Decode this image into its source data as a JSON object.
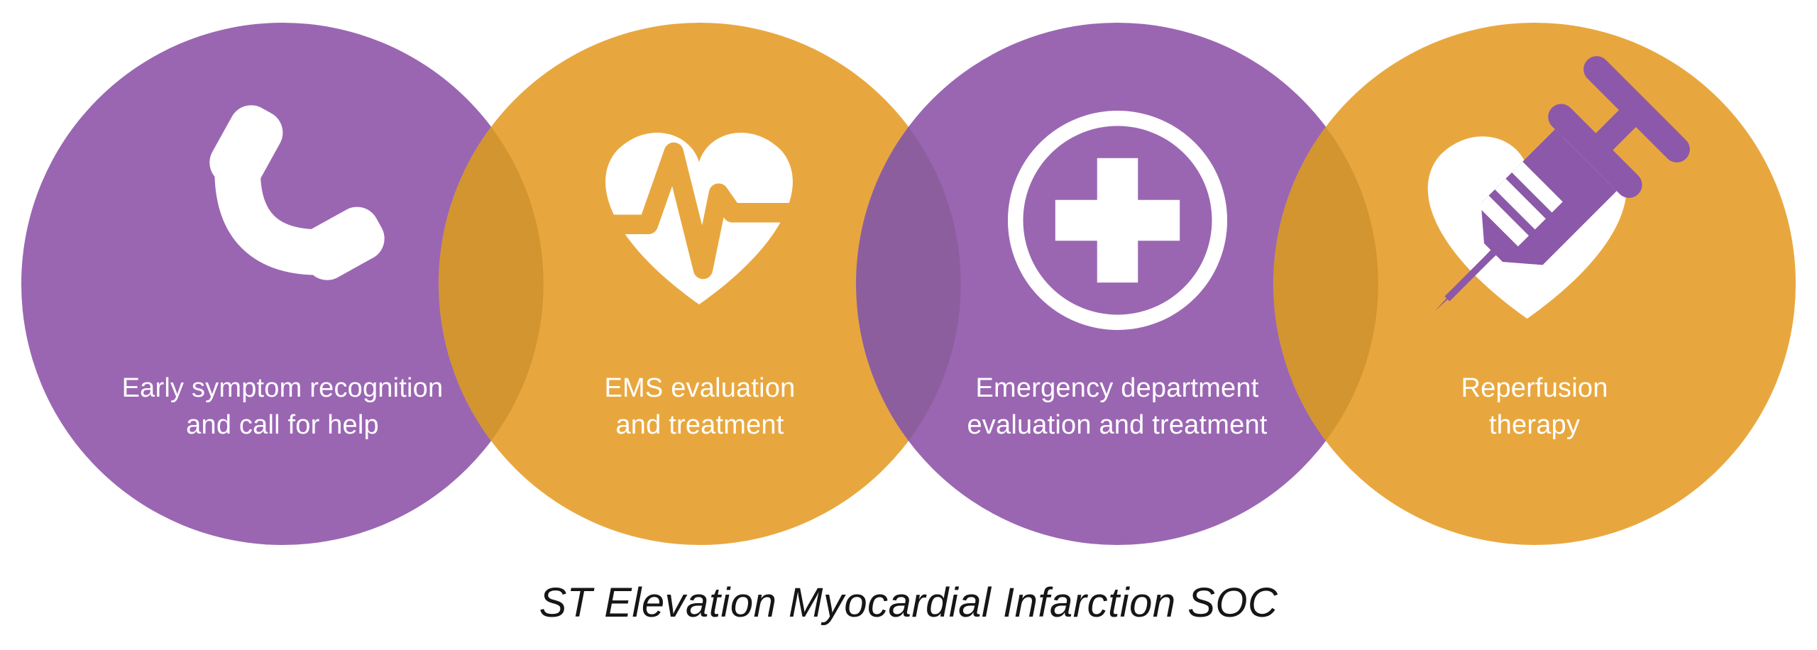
{
  "title": "ST Elevation Myocardial Infarction SOC",
  "colors": {
    "background": "#ffffff",
    "purple": "#9A66B2",
    "orange": "#E8A73E",
    "overlap_orange": "#D2952F",
    "overlap_purple": "#8D5E9E",
    "syringe_purple": "#8C58A9",
    "label_text": "#FFFFFF",
    "title_text": "#161616",
    "icon_white": "#FFFFFF"
  },
  "stages": [
    {
      "id": 1,
      "circle_color": "purple",
      "icon": "phone-icon",
      "lines": [
        "Early symptom recognition",
        "and call for help"
      ]
    },
    {
      "id": 2,
      "circle_color": "orange",
      "icon": "heartbeat-heart-icon",
      "lines": [
        "EMS evaluation",
        "and treatment"
      ]
    },
    {
      "id": 3,
      "circle_color": "purple",
      "icon": "medical-cross-circle-icon",
      "lines": [
        "Emergency department",
        "evaluation and treatment"
      ]
    },
    {
      "id": 4,
      "circle_color": "orange",
      "icon": "heart-syringe-icon",
      "lines": [
        "Reperfusion",
        "therapy"
      ]
    }
  ]
}
